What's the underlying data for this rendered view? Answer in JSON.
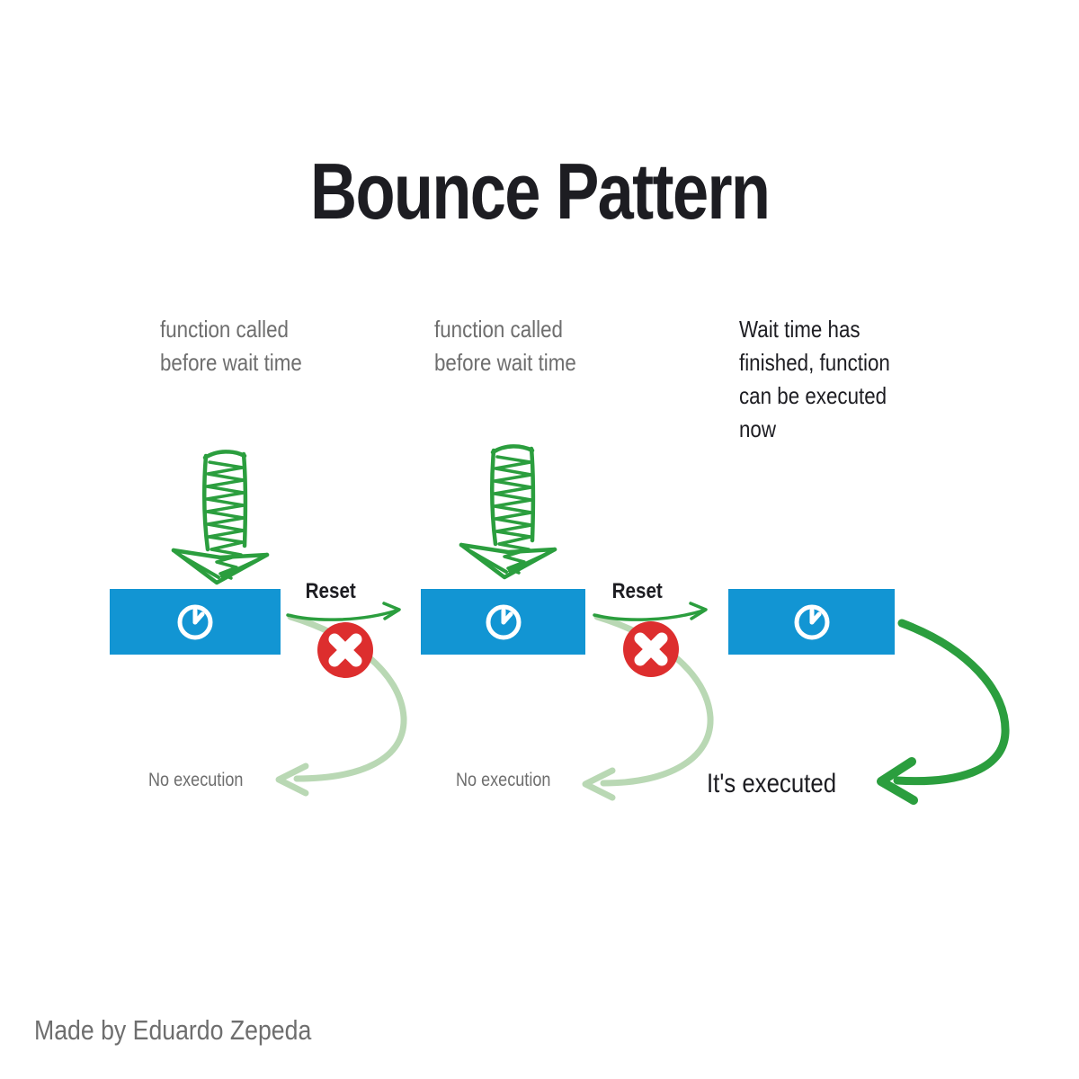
{
  "title": "Bounce Pattern",
  "footer": "Made by Eduardo Zepeda",
  "colors": {
    "blue": "#1295d3",
    "green": "#2b9e3e",
    "light_green": "#b9d8b4",
    "red": "#dd2e2e",
    "gray": "#6e6e6e",
    "dark": "#1d1d22"
  },
  "columns": [
    {
      "label": "function called\nbefore wait time",
      "reset_label": "Reset",
      "result_label": "No execution",
      "icon": "clock-icon",
      "blocked": true
    },
    {
      "label": "function called\nbefore wait time",
      "reset_label": "Reset",
      "result_label": "No execution",
      "icon": "clock-icon",
      "blocked": true
    },
    {
      "label": "Wait time has\nfinished, function\ncan be executed\nnow",
      "result_label": "It's executed",
      "icon": "clock-icon",
      "blocked": false
    }
  ]
}
